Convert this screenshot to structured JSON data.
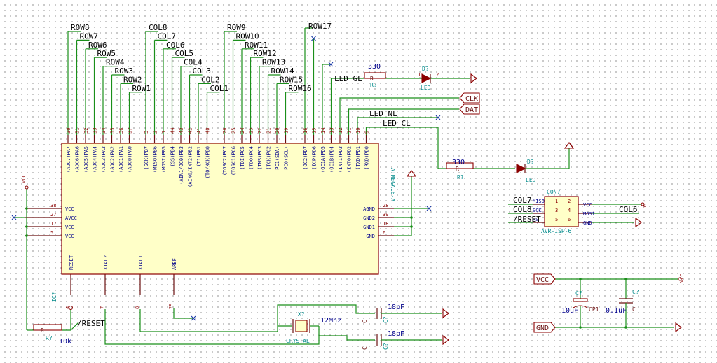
{
  "mcu": {
    "name": "ATMEGA16-A",
    "ref": "IC?",
    "top_pins": [
      {
        "num": "30",
        "name": "(ADC7)PA7"
      },
      {
        "num": "31",
        "name": "(ADC6)PA6"
      },
      {
        "num": "32",
        "name": "(ADC5)PA5"
      },
      {
        "num": "33",
        "name": "(ADC4)PA4"
      },
      {
        "num": "34",
        "name": "(ADC3)PA3"
      },
      {
        "num": "35",
        "name": "(ADC2)PA2"
      },
      {
        "num": "36",
        "name": "(ADC1)PA1"
      },
      {
        "num": "37",
        "name": "(ADC0)PA0"
      },
      {
        "num": "3",
        "name": "(SCK)PB7"
      },
      {
        "num": "2",
        "name": "(MISO)PB6"
      },
      {
        "num": "1",
        "name": "(MOSI)PB5"
      },
      {
        "num": "44",
        "name": "(SS)PB4"
      },
      {
        "num": "43",
        "name": "(AIN1/OC0)PB3"
      },
      {
        "num": "42",
        "name": "(AIN0/INT2)PB2"
      },
      {
        "num": "41",
        "name": "(T1)PB1"
      },
      {
        "num": "40",
        "name": "(T0/XCK)PB0"
      },
      {
        "num": "26",
        "name": "(TOSC2)PC7"
      },
      {
        "num": "25",
        "name": "(TOSC1)PC6"
      },
      {
        "num": "24",
        "name": "(TDI)PC5"
      },
      {
        "num": "23",
        "name": "(TDO)PC4"
      },
      {
        "num": "22",
        "name": "(TMS)PC3"
      },
      {
        "num": "21",
        "name": "(TCK)PC2"
      },
      {
        "num": "20",
        "name": "PC1(SDA)"
      },
      {
        "num": "19",
        "name": "PC0(SCL)"
      },
      {
        "num": "16",
        "name": "(OC2)PD7"
      },
      {
        "num": "15",
        "name": "(ICP)PD6"
      },
      {
        "num": "14",
        "name": "(OC1A)PD5"
      },
      {
        "num": "13",
        "name": "(OC1B)PD4"
      },
      {
        "num": "12",
        "name": "(INT1)PD3"
      },
      {
        "num": "11",
        "name": "(INT0)PD2"
      },
      {
        "num": "10",
        "name": "(TXD)PD1"
      },
      {
        "num": "9",
        "name": "(RXD)PD0"
      }
    ],
    "left_pins": [
      {
        "num": "38",
        "name": "VCC"
      },
      {
        "num": "27",
        "name": "AVCC"
      },
      {
        "num": "17",
        "name": "VCC"
      },
      {
        "num": "5",
        "name": "VCC"
      }
    ],
    "right_pins": [
      {
        "num": "28",
        "name": "AGND"
      },
      {
        "num": "39",
        "name": "GND2"
      },
      {
        "num": "18",
        "name": "GND1"
      },
      {
        "num": "6",
        "name": "GND"
      }
    ],
    "bottom_pins": [
      {
        "num": "4",
        "name": "RESET"
      },
      {
        "num": "7",
        "name": "XTAL2"
      },
      {
        "num": "8",
        "name": "XTAL1"
      },
      {
        "num": "29",
        "name": "AREF"
      }
    ]
  },
  "net_labels": {
    "rows": [
      "ROW8",
      "ROW7",
      "ROW6",
      "ROW5",
      "ROW4",
      "ROW3",
      "ROW2",
      "ROW1"
    ],
    "cols": [
      "COL8",
      "COL7",
      "COL6",
      "COL5",
      "COL4",
      "COL3",
      "COL2",
      "COL1"
    ],
    "rows2": [
      "ROW9",
      "ROW10",
      "ROW11",
      "ROW12",
      "ROW13",
      "ROW14",
      "ROW15",
      "ROW16"
    ],
    "row17": "ROW17",
    "led_gl": "LED_GL",
    "led_nl": "LED_NL",
    "led_cl": "LED_CL",
    "reset": "/RESET"
  },
  "global_labels": {
    "clk": "CLK",
    "dat": "DAT",
    "vcc": "VCC",
    "gnd": "GND"
  },
  "power_labels": {
    "vcc": "VCC"
  },
  "components": {
    "r_top": {
      "ref": "R?",
      "value": "330",
      "name": "R"
    },
    "d_top": {
      "ref": "D?",
      "value": "LED",
      "pin1": "1",
      "pin2": "2"
    },
    "r_mid": {
      "ref": "R?",
      "value": "330",
      "name": "R"
    },
    "d_mid": {
      "ref": "D?",
      "value": "LED"
    },
    "r_reset": {
      "ref": "R?",
      "value": "10k",
      "name": "R"
    },
    "crystal": {
      "ref": "X?",
      "value": "CRYSTAL",
      "freq": "12Mhz"
    },
    "c_x1": {
      "ref": "C?",
      "value": "18pF",
      "name": "C"
    },
    "c_x2": {
      "ref": "C?",
      "value": "18pF",
      "name": "C"
    },
    "c_bulk": {
      "ref": "C?",
      "value": "10uF",
      "name": "CP1"
    },
    "c_dec": {
      "ref": "C?",
      "value": "0.1uF",
      "name": "C"
    },
    "isp": {
      "ref": "CON?",
      "value": "AVR-ISP-6",
      "left_labels": [
        "MISO",
        "SCK",
        "RST"
      ],
      "right_labels": [
        "VCC",
        "MOSI",
        "GND"
      ],
      "left_nums": [
        "1",
        "3",
        "5"
      ],
      "right_nums": [
        "2",
        "4",
        "6"
      ],
      "nets": {
        "miso": "COL7",
        "sck": "COL8",
        "rst": "/RESET",
        "mosi": "COL6"
      }
    }
  }
}
